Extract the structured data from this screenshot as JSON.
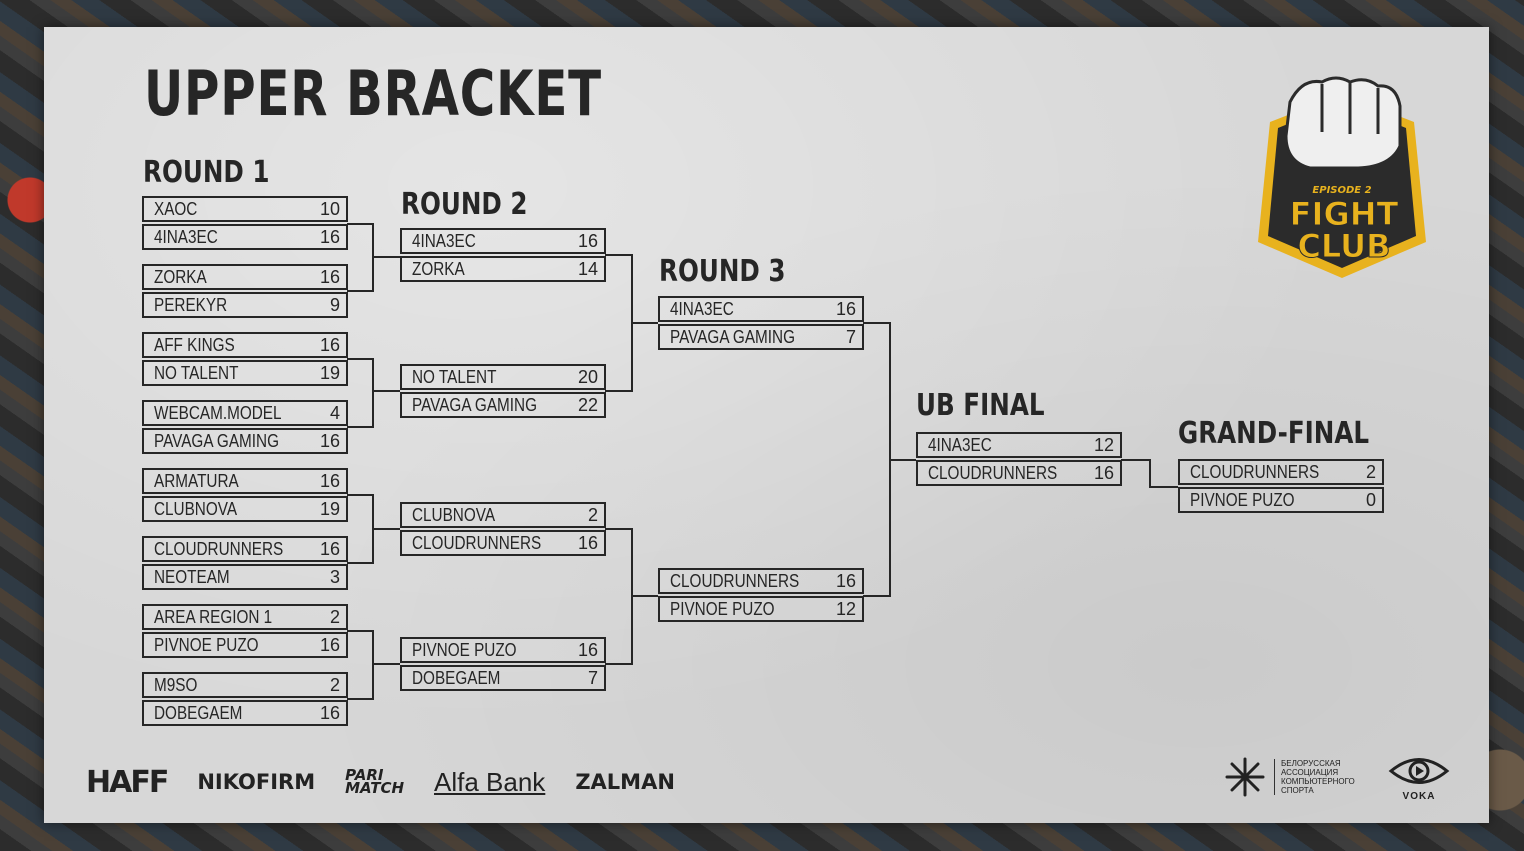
{
  "title": "UPPER BRACKET",
  "rounds": {
    "r1": "ROUND 1",
    "r2": "ROUND 2",
    "r3": "ROUND 3",
    "ub_final": "UB FINAL",
    "grand_final": "GRAND-FINAL"
  },
  "matches": {
    "r1": [
      [
        {
          "name": "XAOC",
          "score": "10"
        },
        {
          "name": "4INA3EC",
          "score": "16"
        }
      ],
      [
        {
          "name": "ZORKA",
          "score": "16"
        },
        {
          "name": "PEREKYR",
          "score": "9"
        }
      ],
      [
        {
          "name": "AFF KINGS",
          "score": "16"
        },
        {
          "name": "NO TALENT",
          "score": "19"
        }
      ],
      [
        {
          "name": "WEBCAM.MODEL",
          "score": "4"
        },
        {
          "name": "PAVAGA GAMING",
          "score": "16"
        }
      ],
      [
        {
          "name": "ARMATURA",
          "score": "16"
        },
        {
          "name": "CLUBNOVA",
          "score": "19"
        }
      ],
      [
        {
          "name": "CLOUDRUNNERS",
          "score": "16"
        },
        {
          "name": "NEOTEAM",
          "score": "3"
        }
      ],
      [
        {
          "name": "AREA REGION 1",
          "score": "2"
        },
        {
          "name": "PIVNOE PUZO",
          "score": "16"
        }
      ],
      [
        {
          "name": "M9SO",
          "score": "2"
        },
        {
          "name": "DOBEGAEM",
          "score": "16"
        }
      ]
    ],
    "r2": [
      [
        {
          "name": "4INA3EC",
          "score": "16"
        },
        {
          "name": "ZORKA",
          "score": "14"
        }
      ],
      [
        {
          "name": "NO TALENT",
          "score": "20"
        },
        {
          "name": "PAVAGA GAMING",
          "score": "22"
        }
      ],
      [
        {
          "name": "CLUBNOVA",
          "score": "2"
        },
        {
          "name": "CLOUDRUNNERS",
          "score": "16"
        }
      ],
      [
        {
          "name": "PIVNOE PUZO",
          "score": "16"
        },
        {
          "name": "DOBEGAEM",
          "score": "7"
        }
      ]
    ],
    "r3": [
      [
        {
          "name": "4INA3EC",
          "score": "16"
        },
        {
          "name": "PAVAGA GAMING",
          "score": "7"
        }
      ],
      [
        {
          "name": "CLOUDRUNNERS",
          "score": "16"
        },
        {
          "name": "PIVNOE PUZO",
          "score": "12"
        }
      ]
    ],
    "ub_final": [
      [
        {
          "name": "4INA3EC",
          "score": "12"
        },
        {
          "name": "CLOUDRUNNERS",
          "score": "16"
        }
      ]
    ],
    "grand_final": [
      [
        {
          "name": "CLOUDRUNNERS",
          "score": "2"
        },
        {
          "name": "PIVNOE PUZO",
          "score": "0"
        }
      ]
    ]
  },
  "logo": {
    "episode": "EPISODE 2",
    "line1": "FIGHT",
    "line2": "CLUB",
    "accent": "#e8b21e",
    "icon": "fist-icon"
  },
  "sponsors": {
    "haff": "HAFF",
    "nikofirm": "NIKOFIRM",
    "parimatch_1": "PARI",
    "parimatch_2": "MATCH",
    "alfabank": "Alfa Bank",
    "zalman": "ZALMAN"
  },
  "association": {
    "line1": "БЕЛОРУССКАЯ",
    "line2": "АССОЦИАЦИЯ",
    "line3": "КОМПЬЮТЕРНОГО",
    "line4": "СПОРТА"
  },
  "voka": "VOKA"
}
